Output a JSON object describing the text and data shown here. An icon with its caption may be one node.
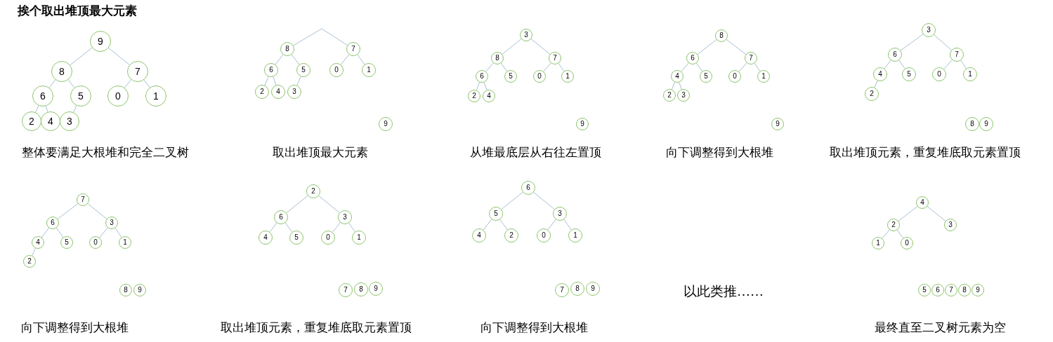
{
  "diagram": {
    "title": "挨个取出堆顶最大元素",
    "nodes": [
      {
        "text": [
          "9"
        ]
      },
      {
        "text": [
          "8"
        ]
      },
      {
        "text": [
          "7"
        ]
      },
      {
        "text": [
          "6"
        ]
      },
      {
        "text": [
          "5"
        ]
      },
      {
        "text": [
          "0"
        ]
      },
      {
        "text": [
          "1"
        ]
      },
      {
        "text": [
          "2"
        ]
      },
      {
        "text": [
          "4"
        ]
      },
      {
        "text": [
          "3"
        ]
      },
      {
        "text": [
          "8"
        ]
      },
      {
        "text": [
          "7"
        ]
      },
      {
        "text": [
          "6"
        ]
      },
      {
        "text": [
          "5"
        ]
      },
      {
        "text": [
          "0"
        ]
      },
      {
        "text": [
          "1"
        ]
      },
      {
        "text": [
          "2"
        ]
      },
      {
        "text": [
          "4"
        ]
      },
      {
        "text": [
          "3"
        ]
      },
      {
        "text": [
          "9"
        ]
      },
      {
        "text": [
          "3"
        ]
      },
      {
        "text": [
          "8"
        ]
      },
      {
        "text": [
          "7"
        ]
      },
      {
        "text": [
          "6"
        ]
      },
      {
        "text": [
          "5"
        ]
      },
      {
        "text": [
          "0"
        ]
      },
      {
        "text": [
          "1"
        ]
      },
      {
        "text": [
          "2"
        ]
      },
      {
        "text": [
          "4"
        ]
      },
      {
        "text": [
          "9"
        ]
      },
      {
        "text": [
          "8"
        ]
      },
      {
        "text": [
          "6"
        ]
      },
      {
        "text": [
          "7"
        ]
      },
      {
        "text": [
          "4"
        ]
      },
      {
        "text": [
          "5"
        ]
      },
      {
        "text": [
          "0"
        ]
      },
      {
        "text": [
          "1"
        ]
      },
      {
        "text": [
          "2"
        ]
      },
      {
        "text": [
          "3"
        ]
      },
      {
        "text": [
          "9"
        ]
      },
      {
        "text": [
          "3"
        ]
      },
      {
        "text": [
          "6"
        ]
      },
      {
        "text": [
          "7"
        ]
      },
      {
        "text": [
          "4"
        ]
      },
      {
        "text": [
          "5"
        ]
      },
      {
        "text": [
          "0"
        ]
      },
      {
        "text": [
          "1"
        ]
      },
      {
        "text": [
          "2"
        ]
      },
      {
        "text": [
          "8"
        ]
      },
      {
        "text": [
          "9"
        ]
      },
      {
        "text": [
          "7"
        ]
      },
      {
        "text": [
          "6"
        ]
      },
      {
        "text": [
          "3"
        ]
      },
      {
        "text": [
          "4"
        ]
      },
      {
        "text": [
          "5"
        ]
      },
      {
        "text": [
          "0"
        ]
      },
      {
        "text": [
          "1"
        ]
      },
      {
        "text": [
          "2"
        ]
      },
      {
        "text": [
          "8"
        ]
      },
      {
        "text": [
          "9"
        ]
      },
      {
        "text": [
          "2"
        ]
      },
      {
        "text": [
          "6"
        ]
      },
      {
        "text": [
          "3"
        ]
      },
      {
        "text": [
          "4"
        ]
      },
      {
        "text": [
          "5"
        ]
      },
      {
        "text": [
          "0"
        ]
      },
      {
        "text": [
          "1"
        ]
      },
      {
        "text": [
          "7"
        ]
      },
      {
        "text": [
          "8"
        ]
      },
      {
        "text": [
          "9"
        ]
      },
      {
        "text": [
          "6"
        ]
      },
      {
        "text": [
          "5"
        ]
      },
      {
        "text": [
          "3"
        ]
      },
      {
        "text": [
          "4"
        ]
      },
      {
        "text": [
          "2"
        ]
      },
      {
        "text": [
          "0"
        ]
      },
      {
        "text": [
          "1"
        ]
      },
      {
        "text": [
          "7"
        ]
      },
      {
        "text": [
          "8"
        ]
      },
      {
        "text": [
          "9"
        ]
      },
      {
        "text": [
          "4"
        ]
      },
      {
        "text": [
          "2"
        ]
      },
      {
        "text": [
          "3"
        ]
      },
      {
        "text": [
          "1"
        ]
      },
      {
        "text": [
          "0"
        ]
      },
      {
        "text": [
          "5"
        ]
      },
      {
        "text": [
          "6"
        ]
      },
      {
        "text": [
          "7"
        ]
      },
      {
        "text": [
          "8"
        ]
      },
      {
        "text": [
          "9"
        ]
      }
    ],
    "edges": [
      {
        "from": 0,
        "to": 1,
        "arrow": "none"
      },
      {
        "from": 0,
        "to": 2,
        "arrow": "none"
      },
      {
        "from": 1,
        "to": 3,
        "arrow": "none"
      },
      {
        "from": 1,
        "to": 4,
        "arrow": "none"
      },
      {
        "from": 2,
        "to": 5,
        "arrow": "none"
      },
      {
        "from": 2,
        "to": 6,
        "arrow": "none"
      },
      {
        "from": 3,
        "to": 7,
        "arrow": "none"
      },
      {
        "from": 3,
        "to": 8,
        "arrow": "none"
      },
      {
        "from": 4,
        "to": 9,
        "arrow": "none"
      },
      {
        "from": null,
        "to": 10,
        "arrow": "none"
      },
      {
        "from": null,
        "to": 11,
        "arrow": "none"
      },
      {
        "from": 10,
        "to": 12,
        "arrow": "none"
      },
      {
        "from": 10,
        "to": 13,
        "arrow": "none"
      },
      {
        "from": 11,
        "to": 14,
        "arrow": "none"
      },
      {
        "from": 11,
        "to": 15,
        "arrow": "none"
      },
      {
        "from": 12,
        "to": 16,
        "arrow": "none"
      },
      {
        "from": 12,
        "to": 17,
        "arrow": "none"
      },
      {
        "from": 13,
        "to": 18,
        "arrow": "none"
      },
      {
        "from": 20,
        "to": 21,
        "arrow": "none"
      },
      {
        "from": 20,
        "to": 22,
        "arrow": "none"
      },
      {
        "from": 21,
        "to": 23,
        "arrow": "none"
      },
      {
        "from": 21,
        "to": 24,
        "arrow": "none"
      },
      {
        "from": 22,
        "to": 25,
        "arrow": "none"
      },
      {
        "from": 22,
        "to": 26,
        "arrow": "none"
      },
      {
        "from": 23,
        "to": 27,
        "arrow": "none"
      },
      {
        "from": 23,
        "to": 28,
        "arrow": "none"
      },
      {
        "from": 30,
        "to": 31,
        "arrow": "none"
      },
      {
        "from": 30,
        "to": 32,
        "arrow": "none"
      },
      {
        "from": 31,
        "to": 33,
        "arrow": "none"
      },
      {
        "from": 31,
        "to": 34,
        "arrow": "none"
      },
      {
        "from": 32,
        "to": 35,
        "arrow": "none"
      },
      {
        "from": 32,
        "to": 36,
        "arrow": "none"
      },
      {
        "from": 33,
        "to": 37,
        "arrow": "none"
      },
      {
        "from": 33,
        "to": 38,
        "arrow": "none"
      },
      {
        "from": 40,
        "to": 41,
        "arrow": "none"
      },
      {
        "from": 40,
        "to": 42,
        "arrow": "none"
      },
      {
        "from": 41,
        "to": 43,
        "arrow": "none"
      },
      {
        "from": 41,
        "to": 44,
        "arrow": "none"
      },
      {
        "from": 42,
        "to": 45,
        "arrow": "none"
      },
      {
        "from": 42,
        "to": 46,
        "arrow": "none"
      },
      {
        "from": 43,
        "to": 47,
        "arrow": "none"
      },
      {
        "from": 50,
        "to": 51,
        "arrow": "none"
      },
      {
        "from": 50,
        "to": 52,
        "arrow": "none"
      },
      {
        "from": 51,
        "to": 53,
        "arrow": "none"
      },
      {
        "from": 51,
        "to": 54,
        "arrow": "none"
      },
      {
        "from": 52,
        "to": 55,
        "arrow": "none"
      },
      {
        "from": 52,
        "to": 56,
        "arrow": "none"
      },
      {
        "from": 53,
        "to": 57,
        "arrow": "none"
      },
      {
        "from": 60,
        "to": 61,
        "arrow": "none"
      },
      {
        "from": 60,
        "to": 62,
        "arrow": "none"
      },
      {
        "from": 61,
        "to": 63,
        "arrow": "none"
      },
      {
        "from": 61,
        "to": 64,
        "arrow": "none"
      },
      {
        "from": 62,
        "to": 65,
        "arrow": "none"
      },
      {
        "from": 62,
        "to": 66,
        "arrow": "none"
      },
      {
        "from": 70,
        "to": 71,
        "arrow": "none"
      },
      {
        "from": 70,
        "to": 72,
        "arrow": "none"
      },
      {
        "from": 71,
        "to": 73,
        "arrow": "none"
      },
      {
        "from": 71,
        "to": 74,
        "arrow": "none"
      },
      {
        "from": 72,
        "to": 75,
        "arrow": "none"
      },
      {
        "from": 72,
        "to": 76,
        "arrow": "none"
      },
      {
        "from": 80,
        "to": 81,
        "arrow": "none"
      },
      {
        "from": 80,
        "to": 82,
        "arrow": "none"
      },
      {
        "from": 81,
        "to": 83,
        "arrow": "none"
      },
      {
        "from": 81,
        "to": 84,
        "arrow": "none"
      }
    ],
    "labels": [
      "整体要满足大根堆和完全二叉树",
      "取出堆顶最大元素",
      "从堆最底层从右往左置顶",
      "向下调整得到大根堆",
      "取出堆顶元素，重复堆底取元素置顶",
      "向下调整得到大根堆",
      "取出堆顶元素，重复堆底取元素置顶",
      "向下调整得到大根堆",
      "以此类推……",
      "最终直至二叉树元素为空"
    ]
  }
}
